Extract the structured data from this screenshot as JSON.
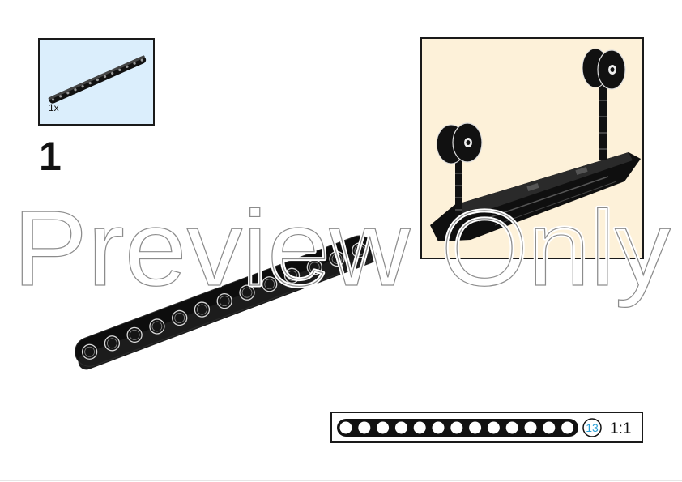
{
  "parts_list": {
    "items": [
      {
        "icon": "technic-beam-13-icon",
        "quantity": "1x"
      }
    ]
  },
  "step": {
    "number": "1"
  },
  "ruler": {
    "length": "13",
    "scale": "1:1"
  },
  "watermark": {
    "text": "Preview Only"
  },
  "colors": {
    "parts_bg": "#dbeefc",
    "model_bg": "#fdf1d9",
    "part_color": "#111111",
    "ruler_number": "#2a9fd6"
  }
}
